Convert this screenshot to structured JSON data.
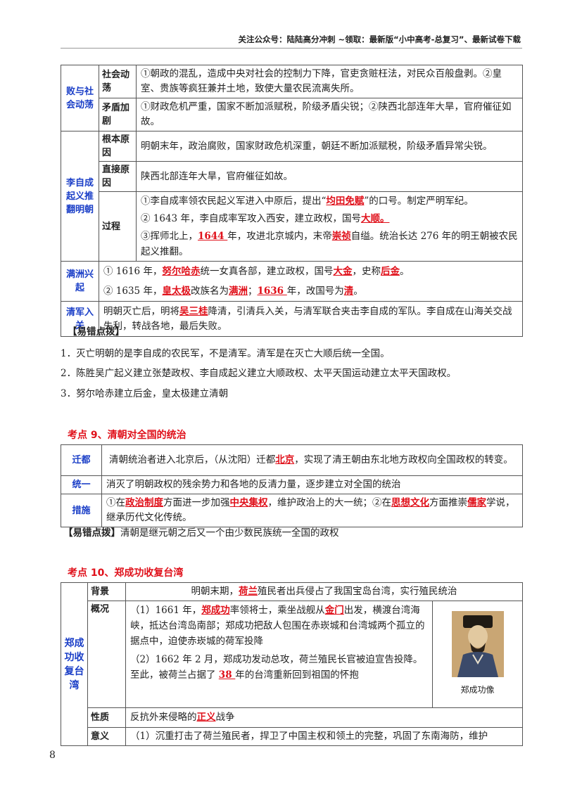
{
  "header": "关注公众号：陆陆高分冲刺 ~领取：最新版“小中高考-总复习”、最新试卷下载",
  "t1": {
    "r1": {
      "cat": "败与社会动荡",
      "sub": "社会动荡",
      "text": "①朝政的混乱，造成中央对社会的控制力下降，官吏贪赃枉法，对民众百般盘剥。②皇室、贵族等疯狂兼并土地，致使大量农民流离失所。"
    },
    "r2": {
      "sub": "矛盾加剧",
      "text": "①财政危机严重，国家不断加派赋税，阶级矛盾尖锐；②陕西北部连年大旱，官府催征如故。"
    },
    "r3": {
      "cat": "李自成起义推翻明朝",
      "sub": "根本原因",
      "text": "明朝末年，政治腐败，国家财政危机深重，朝廷不断加派赋税，阶级矛盾异常尖锐。"
    },
    "r4": {
      "sub": "直接原因",
      "text": "陕西北部连年大旱，官府催征如故。"
    },
    "r5": {
      "sub": "过程",
      "p1a": "①李自成率领农民起义军进入中原后，提出“",
      "p1k": "均田免赋",
      "p1b": "”的口号。制定严明军纪。",
      "p2a": "② 1643 年，李自成率军攻入西安，建立政权，国号",
      "p2k": "大顺。",
      "p3a": "③挥师北上，",
      "p3k1": "1644 ",
      "p3b": "年，攻进北京城内，末帝",
      "p3k2": "崇祯",
      "p3c": "自缢。统治长达 276 年的明王朝被农民起义推翻。"
    },
    "r6": {
      "cat": "满洲兴起",
      "l1a": "① 1616 年，",
      "l1k1": "努尔哈赤",
      "l1b": "统一女真各部，建立政权，国号",
      "l1k2": "大金",
      "l1c": "，史称",
      "l1k3": "后金",
      "l1d": "。",
      "l2a": "② 1635 年，",
      "l2k1": "皇太极",
      "l2b": "改族名为",
      "l2k2": "满洲",
      "l2c": "；",
      "l2k3": "1636 ",
      "l2d": "年，改国号为",
      "l2k4": "清",
      "l2e": "。"
    },
    "r7": {
      "cat": "清军入关",
      "a": "明朝灭亡后，明将",
      "k": "吴三桂",
      "b": "降清，引清兵入关，与清军联合夹击李自成的军队。李自成在山海关交战失利，转战各地，最后失败。"
    }
  },
  "yicuo1": {
    "title": "【易错点拨】",
    "items": [
      "1．灭亡明朝的是李自成的农民军，不是清军。清军是在灭亡大顺后统一全国。",
      "2．陈胜吴广起义建立张楚政权、李自成起义建立大顺政权、太平天国运动建立太平天国政权。",
      "3．努尔哈赤建立后金，皇太极建立清朝"
    ]
  },
  "kd9": {
    "title": "考点 9、清朝对全国的统治",
    "r1": {
      "cat": "迁都",
      "a": "清朝统治者进入北京后，（从沈阳）迁都",
      "k": "北京",
      "b": "，实现了清王朝由东北地方政权向全国政权的转变。"
    },
    "r2": {
      "cat": "统一",
      "text": "消灭了明朝政权的残余势力和各地的反清力量，逐步建立对全国的统治"
    },
    "r3": {
      "cat": "措施",
      "a": "①在",
      "k1": "政治制度",
      "b": "方面进一步加强",
      "k2": "中央集权",
      "c": "，维护政治上的大一统；②在",
      "k3": "思想文化",
      "d": "方面推崇",
      "k4": "儒家",
      "e": "学说，继承历代文化传统。"
    },
    "note_b": "【易错点拨】",
    "note": "清朝是继元朝之后又一个由少数民族统一全国的政权"
  },
  "kd10": {
    "title": "考点 10、郑成功收复台湾",
    "cat": "郑成功收复台湾",
    "bg": {
      "sub": "背景",
      "a": "明朝末期，",
      "k": "荷兰",
      "b": "殖民者出兵侵占了我国宝岛台湾，实行殖民统治"
    },
    "gk": {
      "sub": "概况",
      "p1a": "（1）1661 年，",
      "p1k1": "郑成功",
      "p1b": "率领将士，乘坐战舰从",
      "p1k2": "金门",
      "p1c": "出发，横渡台湾海峡，抵达台湾岛南部；郑成功把敌人包围在赤崁城和台湾城两个孤立的据点中，迫使赤崁城的荷军投降",
      "p2a": "（2）1662 年 2 月，郑成功发动总攻，荷兰殖民长官被迫宣告投降。至此，被荷兰占据了 ",
      "p2k": "38 ",
      "p2b": "年的台湾重新回到祖国的怀抱",
      "caption": "郑成功像"
    },
    "xz": {
      "sub": "性质",
      "a": "反抗外来侵略的",
      "k": "正义",
      "b": "战争"
    },
    "yy": {
      "sub": "意义",
      "text": "（1）沉重打击了荷兰殖民者，捍卫了中国主权和领土的完整，巩固了东南海防，维护"
    }
  },
  "page_number": "8"
}
